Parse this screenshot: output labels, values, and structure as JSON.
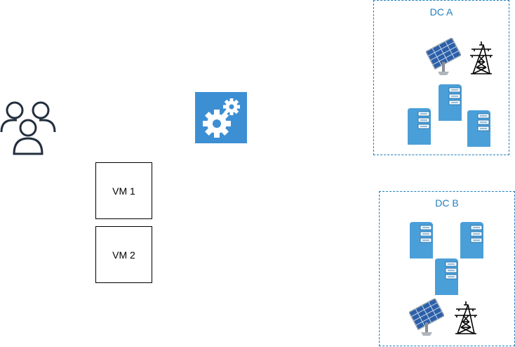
{
  "vms": [
    {
      "label": "VM 1"
    },
    {
      "label": "VM 2"
    }
  ],
  "datacenters": [
    {
      "label": "DC A"
    },
    {
      "label": "DC B"
    }
  ],
  "icons": {
    "users": "users-group-icon",
    "orchestrator": "gears-icon",
    "server": "server-icon",
    "solar": "solar-panel-icon",
    "power": "power-tower-icon"
  },
  "colors": {
    "accent": "#1f7fbf",
    "server": "#4a9fd8",
    "gear_bg": "#3d8fd4",
    "users": "#232f3e",
    "panel": "#2c5fa8"
  }
}
